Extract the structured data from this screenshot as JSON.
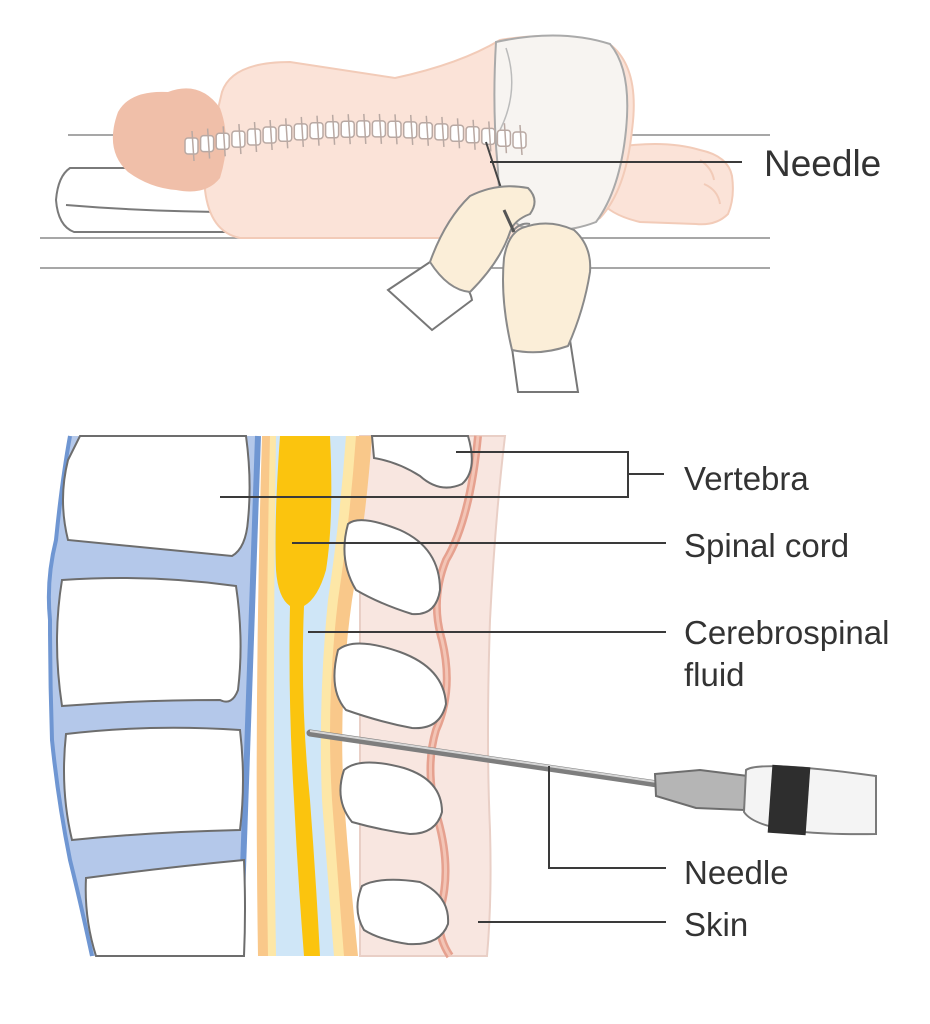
{
  "top_panel": {
    "needle_label": "Needle"
  },
  "bottom_panel": {
    "vertebra_label": "Vertebra",
    "spinal_cord_label": "Spinal cord",
    "csf_label_line1": "Cerebrospinal",
    "csf_label_line2": "fluid",
    "needle_label": "Needle",
    "skin_label": "Skin"
  },
  "colors": {
    "skin_tone": "#f8d6c6",
    "hair": "#eebaa3",
    "glove": "#fbeed8",
    "bone_fill": "#ffffff",
    "disc": "#b4c8ea",
    "vertebral_edge": "#6f96d2",
    "cord": "#fbc40e",
    "csf": "#cfe6f7",
    "dura": "#f9c88a",
    "tissue": "#f8e6e0",
    "muscle_line": "#e6a18f",
    "line": "#3a3a3a"
  }
}
